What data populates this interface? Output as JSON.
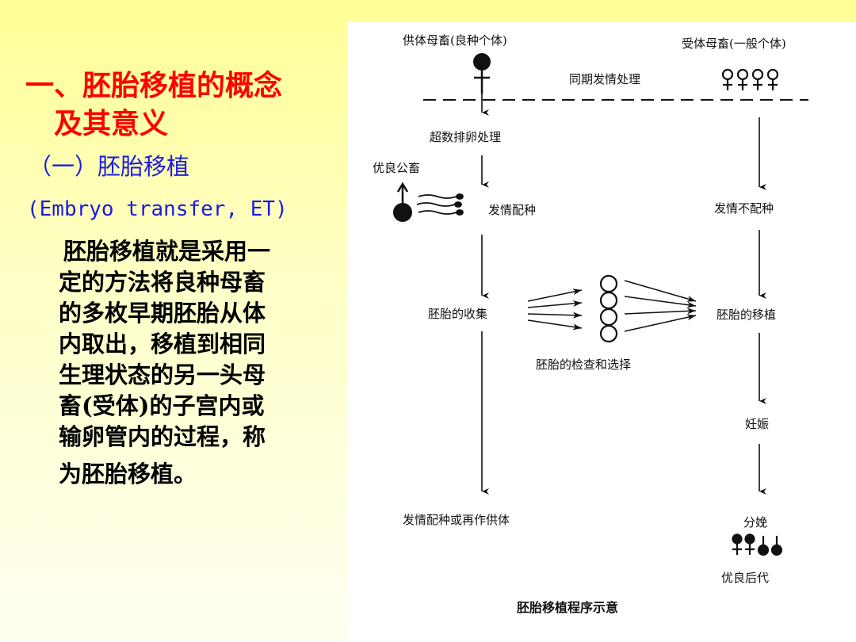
{
  "slide": {
    "title_line1": "一、胚胎移植的概念",
    "title_line2": "及其意义",
    "subtitle": "（一）胚胎移植",
    "english_term": "(Embryo transfer, ET)",
    "body_lines": [
      "胚胎移植就是采用一",
      "定的方法将良种母畜",
      "的多枚早期胚胎从体",
      "内取出，移植到相同",
      "生理状态的另一头母",
      "畜(受体)的子宫内或",
      "输卵管内的过程，称",
      "为胚胎移植。"
    ]
  },
  "diagram": {
    "donor_label": "供体母畜(良种个体)",
    "recipient_label": "受体母畜(一般个体)",
    "sync_label": "同期发情处理",
    "superovulation_label": "超数排卵处理",
    "sire_label": "优良公畜",
    "estrus_mating_label": "发情配种",
    "estrus_no_mating_label": "发情不配种",
    "collection_label": "胚胎的收集",
    "transfer_label": "胚胎的移植",
    "inspection_label": "胚胎的检查和选择",
    "pregnancy_label": "妊娠",
    "donor_reuse_label": "发情配种或再作供体",
    "birth_label": "分娩",
    "offspring_label": "优良后代",
    "caption": "胚胎移植程序示意"
  }
}
